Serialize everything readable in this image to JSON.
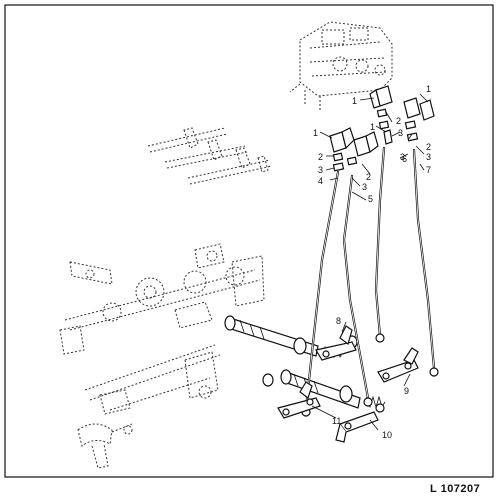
{
  "figure": {
    "reference": "L 107207"
  },
  "callouts": [
    {
      "id": "c1a",
      "text": "1"
    },
    {
      "id": "c1b",
      "text": "1"
    },
    {
      "id": "c1c",
      "text": "1"
    },
    {
      "id": "c1d",
      "text": "1"
    },
    {
      "id": "c2a",
      "text": "2"
    },
    {
      "id": "c2b",
      "text": "2"
    },
    {
      "id": "c2c",
      "text": "2"
    },
    {
      "id": "c2d",
      "text": "2"
    },
    {
      "id": "c3a",
      "text": "3"
    },
    {
      "id": "c3b",
      "text": "3"
    },
    {
      "id": "c3c",
      "text": "3"
    },
    {
      "id": "c3d",
      "text": "3"
    },
    {
      "id": "c3e",
      "text": "3"
    },
    {
      "id": "c4",
      "text": "4"
    },
    {
      "id": "c5",
      "text": "5"
    },
    {
      "id": "c6",
      "text": "6"
    },
    {
      "id": "c7",
      "text": "7"
    },
    {
      "id": "c8",
      "text": "8"
    },
    {
      "id": "c9",
      "text": "9"
    },
    {
      "id": "c10",
      "text": "10"
    },
    {
      "id": "c11",
      "text": "11"
    }
  ]
}
